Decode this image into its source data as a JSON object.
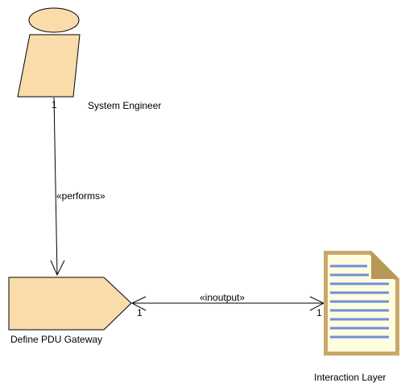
{
  "actor": {
    "name": "System Engineer",
    "multiplicity": "1"
  },
  "process": {
    "name": "Define PDU Gateway",
    "multiplicity": "1"
  },
  "document": {
    "name": "Interaction Layer",
    "multiplicity": "1"
  },
  "relations": {
    "performs": "«performs»",
    "inoutput": "«inoutput»"
  },
  "colors": {
    "shape_fill": "#f9dcaa",
    "doc_frame": "#c8a868",
    "doc_page": "#fffce0",
    "doc_lines": "#6f8fd8",
    "stroke": "#000000"
  }
}
